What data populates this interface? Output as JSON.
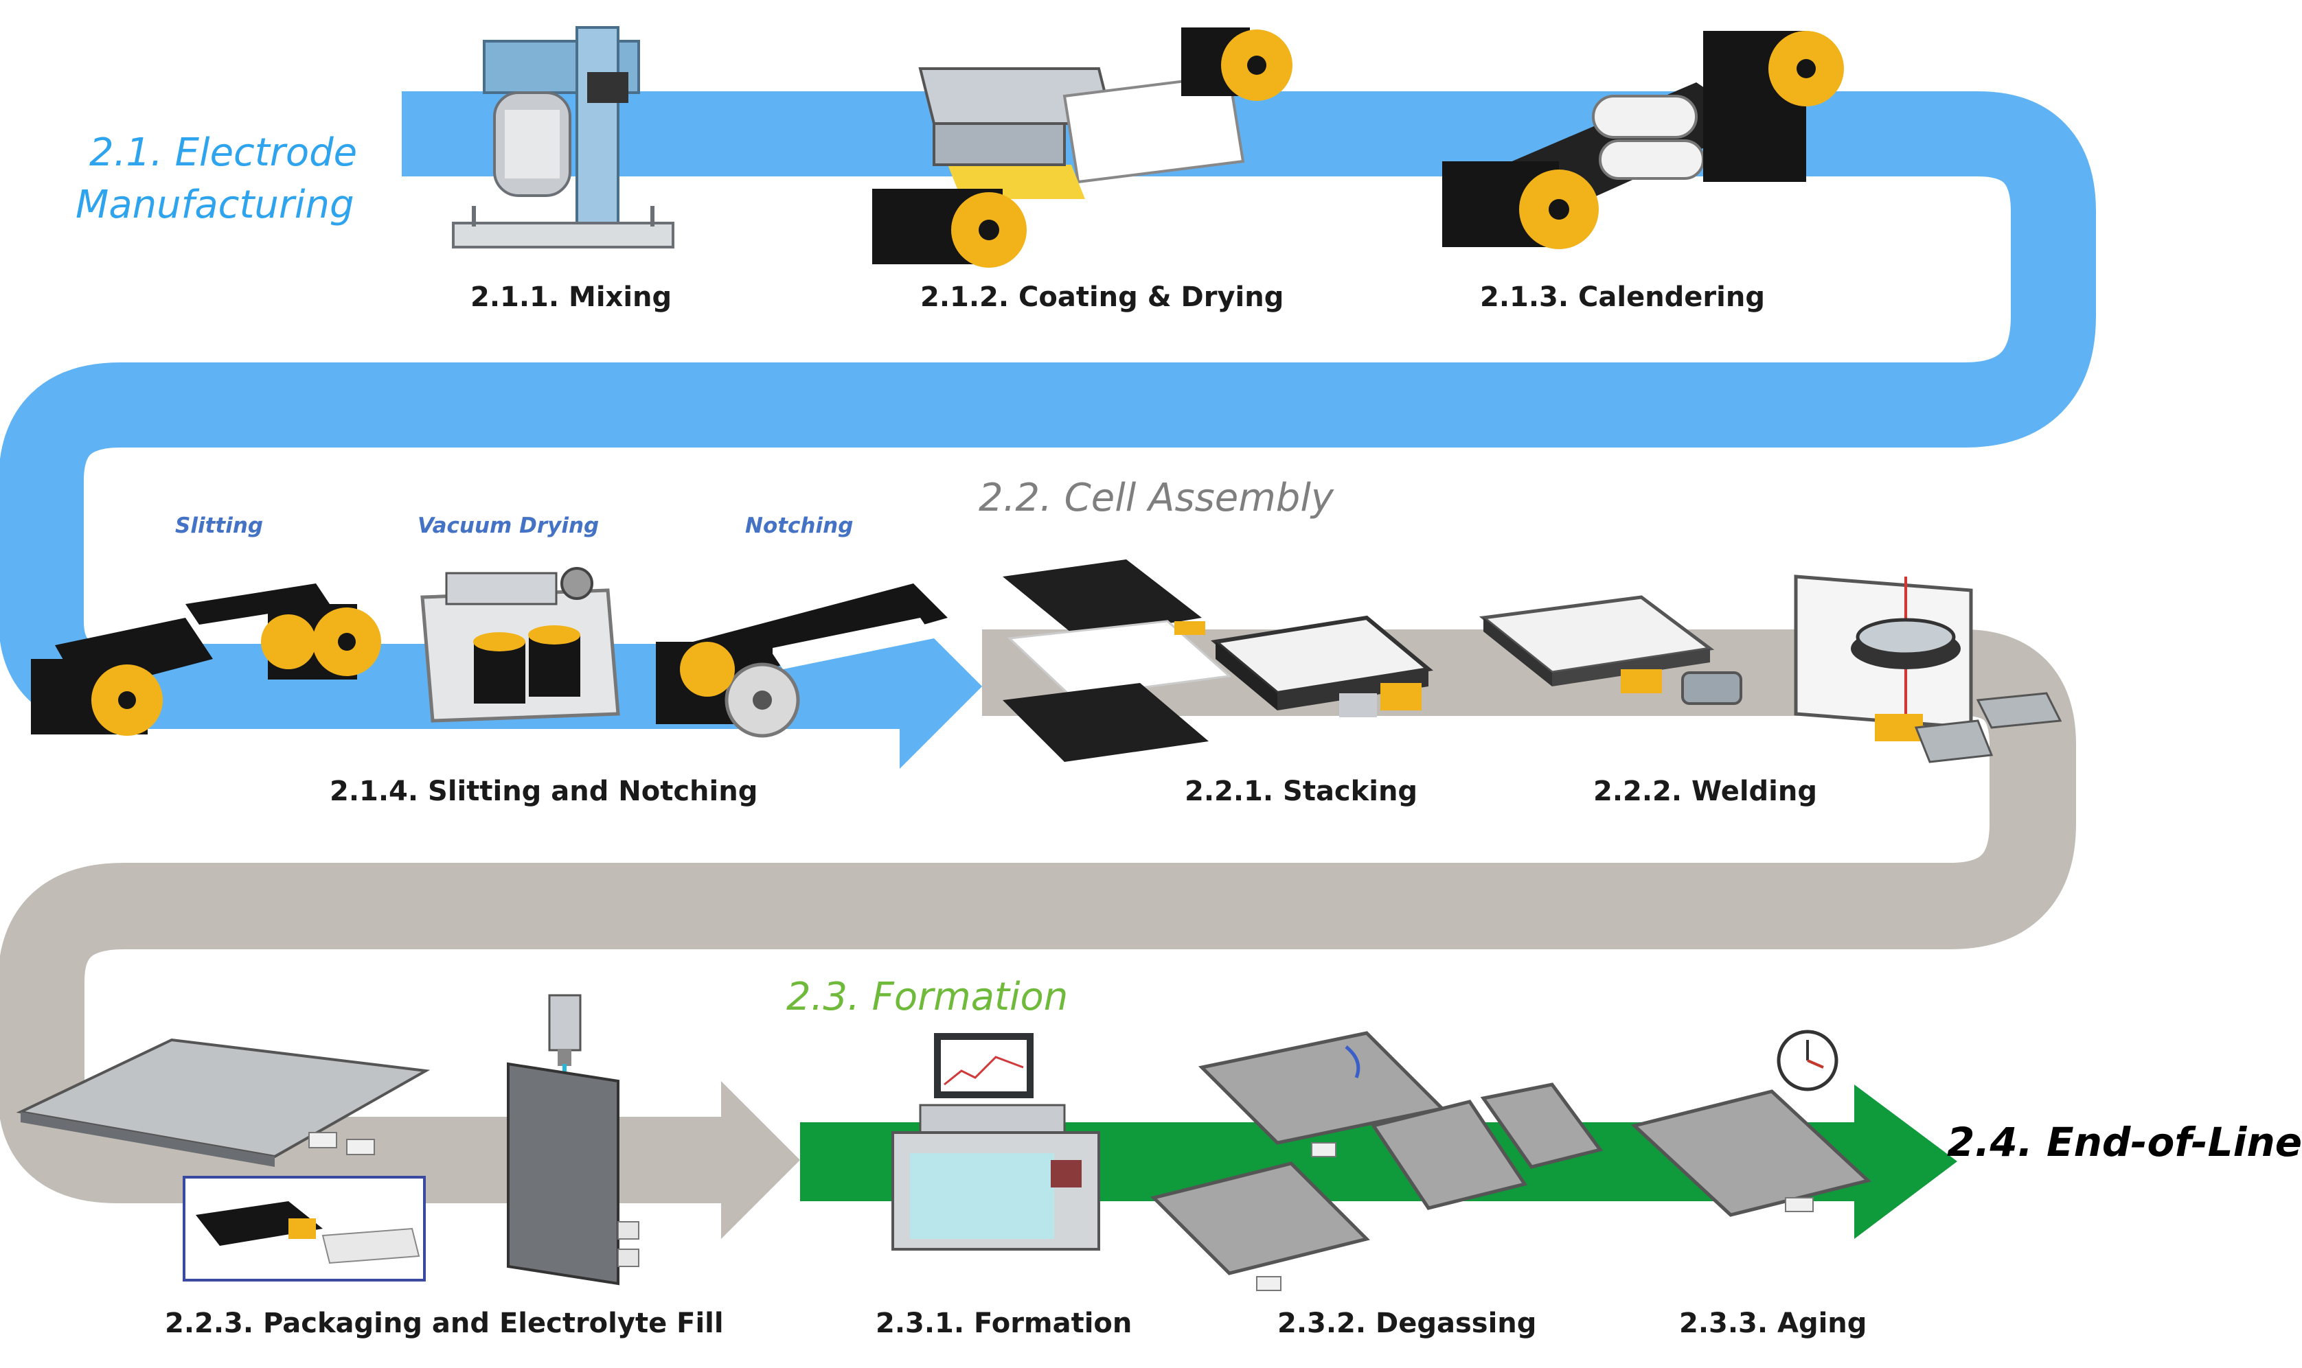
{
  "stages": {
    "electrode": {
      "line1": "2.1. Electrode",
      "line2": "Manufacturing",
      "color": "#2ea3ee"
    },
    "cell_assembly": {
      "text": "2.2. Cell Assembly",
      "color": "#7f7f7f"
    },
    "formation": {
      "text": "2.3. Formation",
      "color": "#6fba3a"
    },
    "end_of_line": {
      "text": "2.4. End-of-Line",
      "color": "#000000"
    }
  },
  "sub_labels": {
    "slitting": "Slitting",
    "vacuum_drying": "Vacuum Drying",
    "notching": "Notching"
  },
  "steps": {
    "mixing": "2.1.1. Mixing",
    "coating": "2.1.2. Coating & Drying",
    "calendering": "2.1.3. Calendering",
    "slitting_notching": "2.1.4. Slitting and Notching",
    "stacking": "2.2.1. Stacking",
    "welding": "2.2.2. Welding",
    "packaging": "2.2.3. Packaging and Electrolyte Fill",
    "formation": "2.3.1. Formation",
    "degassing": "2.3.2. Degassing",
    "aging": "2.3.3. Aging"
  },
  "colors": {
    "electrode_path": "#5fb3f5",
    "assembly_path": "#c2bcb7",
    "formation_path": "#0f9a3c",
    "roll_black": "#151515",
    "roll_core": "#f2b31a",
    "machine_blue": "#7fb2d4",
    "cell_gray": "#a6a6a6"
  },
  "icons": [
    "mixer-icon",
    "coater-icon",
    "calender-icon",
    "slitter-icon",
    "vacuum-oven-icon",
    "notcher-icon",
    "stacking-icon",
    "welder-icon",
    "laser-welding-icon",
    "pouch-packaging-icon",
    "electrolyte-fill-icon",
    "formation-cabinet-icon",
    "degassing-icon",
    "clock-icon",
    "aging-cell-icon"
  ]
}
